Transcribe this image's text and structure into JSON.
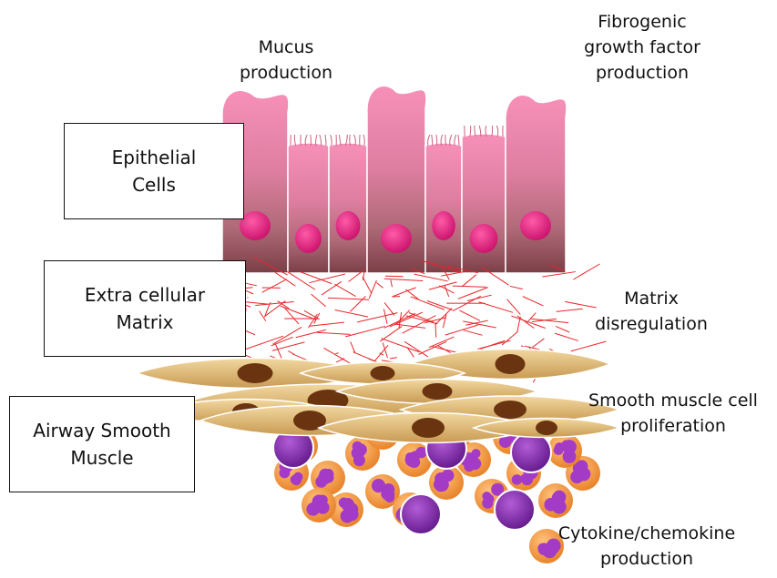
{
  "boxes": {
    "epithelial": "Epithelial\nCells",
    "ecm": "Extra cellular\nMatrix",
    "asm": "Airway Smooth\nMuscle"
  },
  "labels": {
    "mucus": "Mucus\nproduction",
    "fibrogenic": "Fibrogenic\ngrowth factor\nproduction",
    "matrix": "Matrix\ndisregulation",
    "smooth": "Smooth muscle cell\nproliferation",
    "cytokine": "Cytokine/chemokine\nproduction"
  },
  "colors": {
    "epithelium_top": "#f58bb0",
    "epithelium_bottom": "#7a3f47",
    "nucleus": "#d81e78",
    "matrix_fibers": "#e8262a",
    "smooth_muscle": "#d9b46e",
    "smooth_muscle_nucleus": "#6b3410",
    "eosinophil_cyto": "#f0943a",
    "eosinophil_nucleus": "#a33bc6",
    "lymphocyte": "#7b1fa2"
  }
}
